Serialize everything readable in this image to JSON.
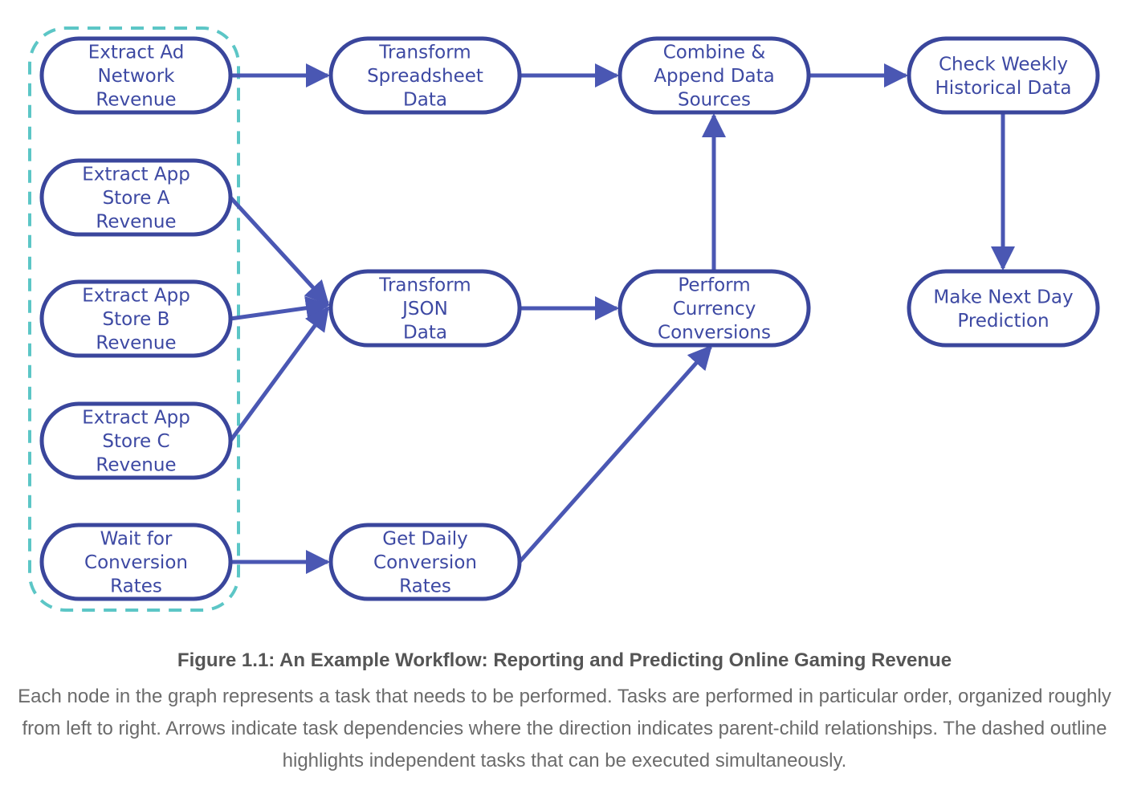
{
  "diagram": {
    "nodes": [
      {
        "id": "extract-ad",
        "lines": [
          "Extract Ad",
          "Network",
          "Revenue"
        ]
      },
      {
        "id": "extract-a",
        "lines": [
          "Extract  App",
          "Store A",
          "Revenue"
        ]
      },
      {
        "id": "extract-b",
        "lines": [
          "Extract App",
          "Store B",
          "Revenue"
        ]
      },
      {
        "id": "extract-c",
        "lines": [
          "Extract App",
          "Store C",
          "Revenue"
        ]
      },
      {
        "id": "wait-conv",
        "lines": [
          "Wait for",
          "Conversion",
          "Rates"
        ]
      },
      {
        "id": "transform-ss",
        "lines": [
          "Transform",
          "Spreadsheet",
          "Data"
        ]
      },
      {
        "id": "transform-json",
        "lines": [
          "Transform",
          "JSON",
          "Data"
        ]
      },
      {
        "id": "get-daily",
        "lines": [
          "Get Daily",
          "Conversion",
          "Rates"
        ]
      },
      {
        "id": "combine",
        "lines": [
          "Combine &",
          "Append Data",
          "Sources"
        ]
      },
      {
        "id": "perform-currency",
        "lines": [
          "Perform",
          "Currency",
          "Conversions"
        ]
      },
      {
        "id": "check-weekly",
        "lines": [
          "Check Weekly",
          "Historical Data"
        ]
      },
      {
        "id": "make-next",
        "lines": [
          "Make Next Day",
          "Prediction"
        ]
      }
    ],
    "edges": [
      {
        "from": "extract-ad",
        "to": "transform-ss"
      },
      {
        "from": "transform-ss",
        "to": "combine"
      },
      {
        "from": "combine",
        "to": "check-weekly"
      },
      {
        "from": "check-weekly",
        "to": "make-next"
      },
      {
        "from": "extract-a",
        "to": "transform-json"
      },
      {
        "from": "extract-b",
        "to": "transform-json"
      },
      {
        "from": "extract-c",
        "to": "transform-json"
      },
      {
        "from": "transform-json",
        "to": "perform-currency"
      },
      {
        "from": "perform-currency",
        "to": "combine"
      },
      {
        "from": "wait-conv",
        "to": "get-daily"
      },
      {
        "from": "get-daily",
        "to": "perform-currency"
      }
    ],
    "independent_group": [
      "extract-ad",
      "extract-a",
      "extract-b",
      "extract-c",
      "wait-conv"
    ],
    "colors": {
      "node_border": "#3a469c",
      "node_text": "#3d49a3",
      "edge": "#4a57b3",
      "group_outline": "#5cc6c6"
    }
  },
  "caption": {
    "title": "Figure 1.1: An Example Workflow: Reporting and Predicting Online Gaming Revenue",
    "text": "Each node in the graph represents a task that needs to be performed. Tasks are performed in particular order, organized roughly from left to right. Arrows indicate task dependencies where the direction indicates parent-child relationships. The dashed outline highlights independent tasks that can be executed simultaneously."
  }
}
